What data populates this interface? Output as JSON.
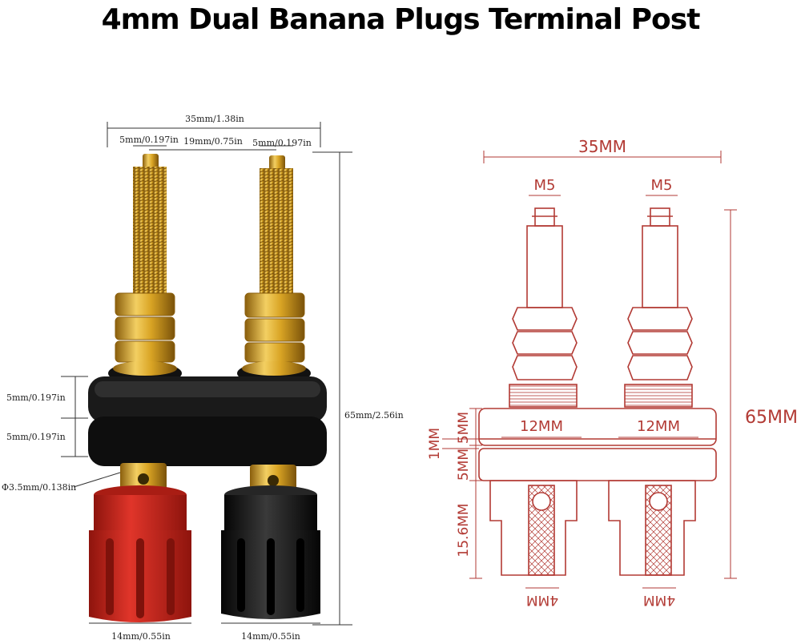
{
  "title": "4mm Dual Banana Plugs Terminal Post",
  "photo_labels": {
    "total_width": "35mm/1.38in",
    "stud_left": "5mm/0.197in",
    "stud_spacing": "19mm/0.75in",
    "stud_right": "5mm/0.197in",
    "height": "65mm/2.56in",
    "top_layer": "5mm/0.197in",
    "bottom_layer": "5mm/0.197in",
    "hole": "Φ3.5mm/0.138in",
    "cap_left": "14mm/0.55in",
    "cap_right": "14mm/0.55in"
  },
  "drawing_labels": {
    "width": "35MM",
    "thread_left": "M5",
    "thread_right": "M5",
    "height": "65MM",
    "base_upper": "5MM",
    "gap": "1MM",
    "base_lower": "5MM",
    "cap": "15.6MM",
    "base_width_left": "12MM",
    "base_width_right": "12MM",
    "plug_left": "4MM",
    "plug_right": "4MM"
  },
  "colors": {
    "drawing_line": "#b23a34",
    "gold": "#d9a424",
    "red_cap": "#c8261c",
    "black_body": "#1a1a1a"
  }
}
